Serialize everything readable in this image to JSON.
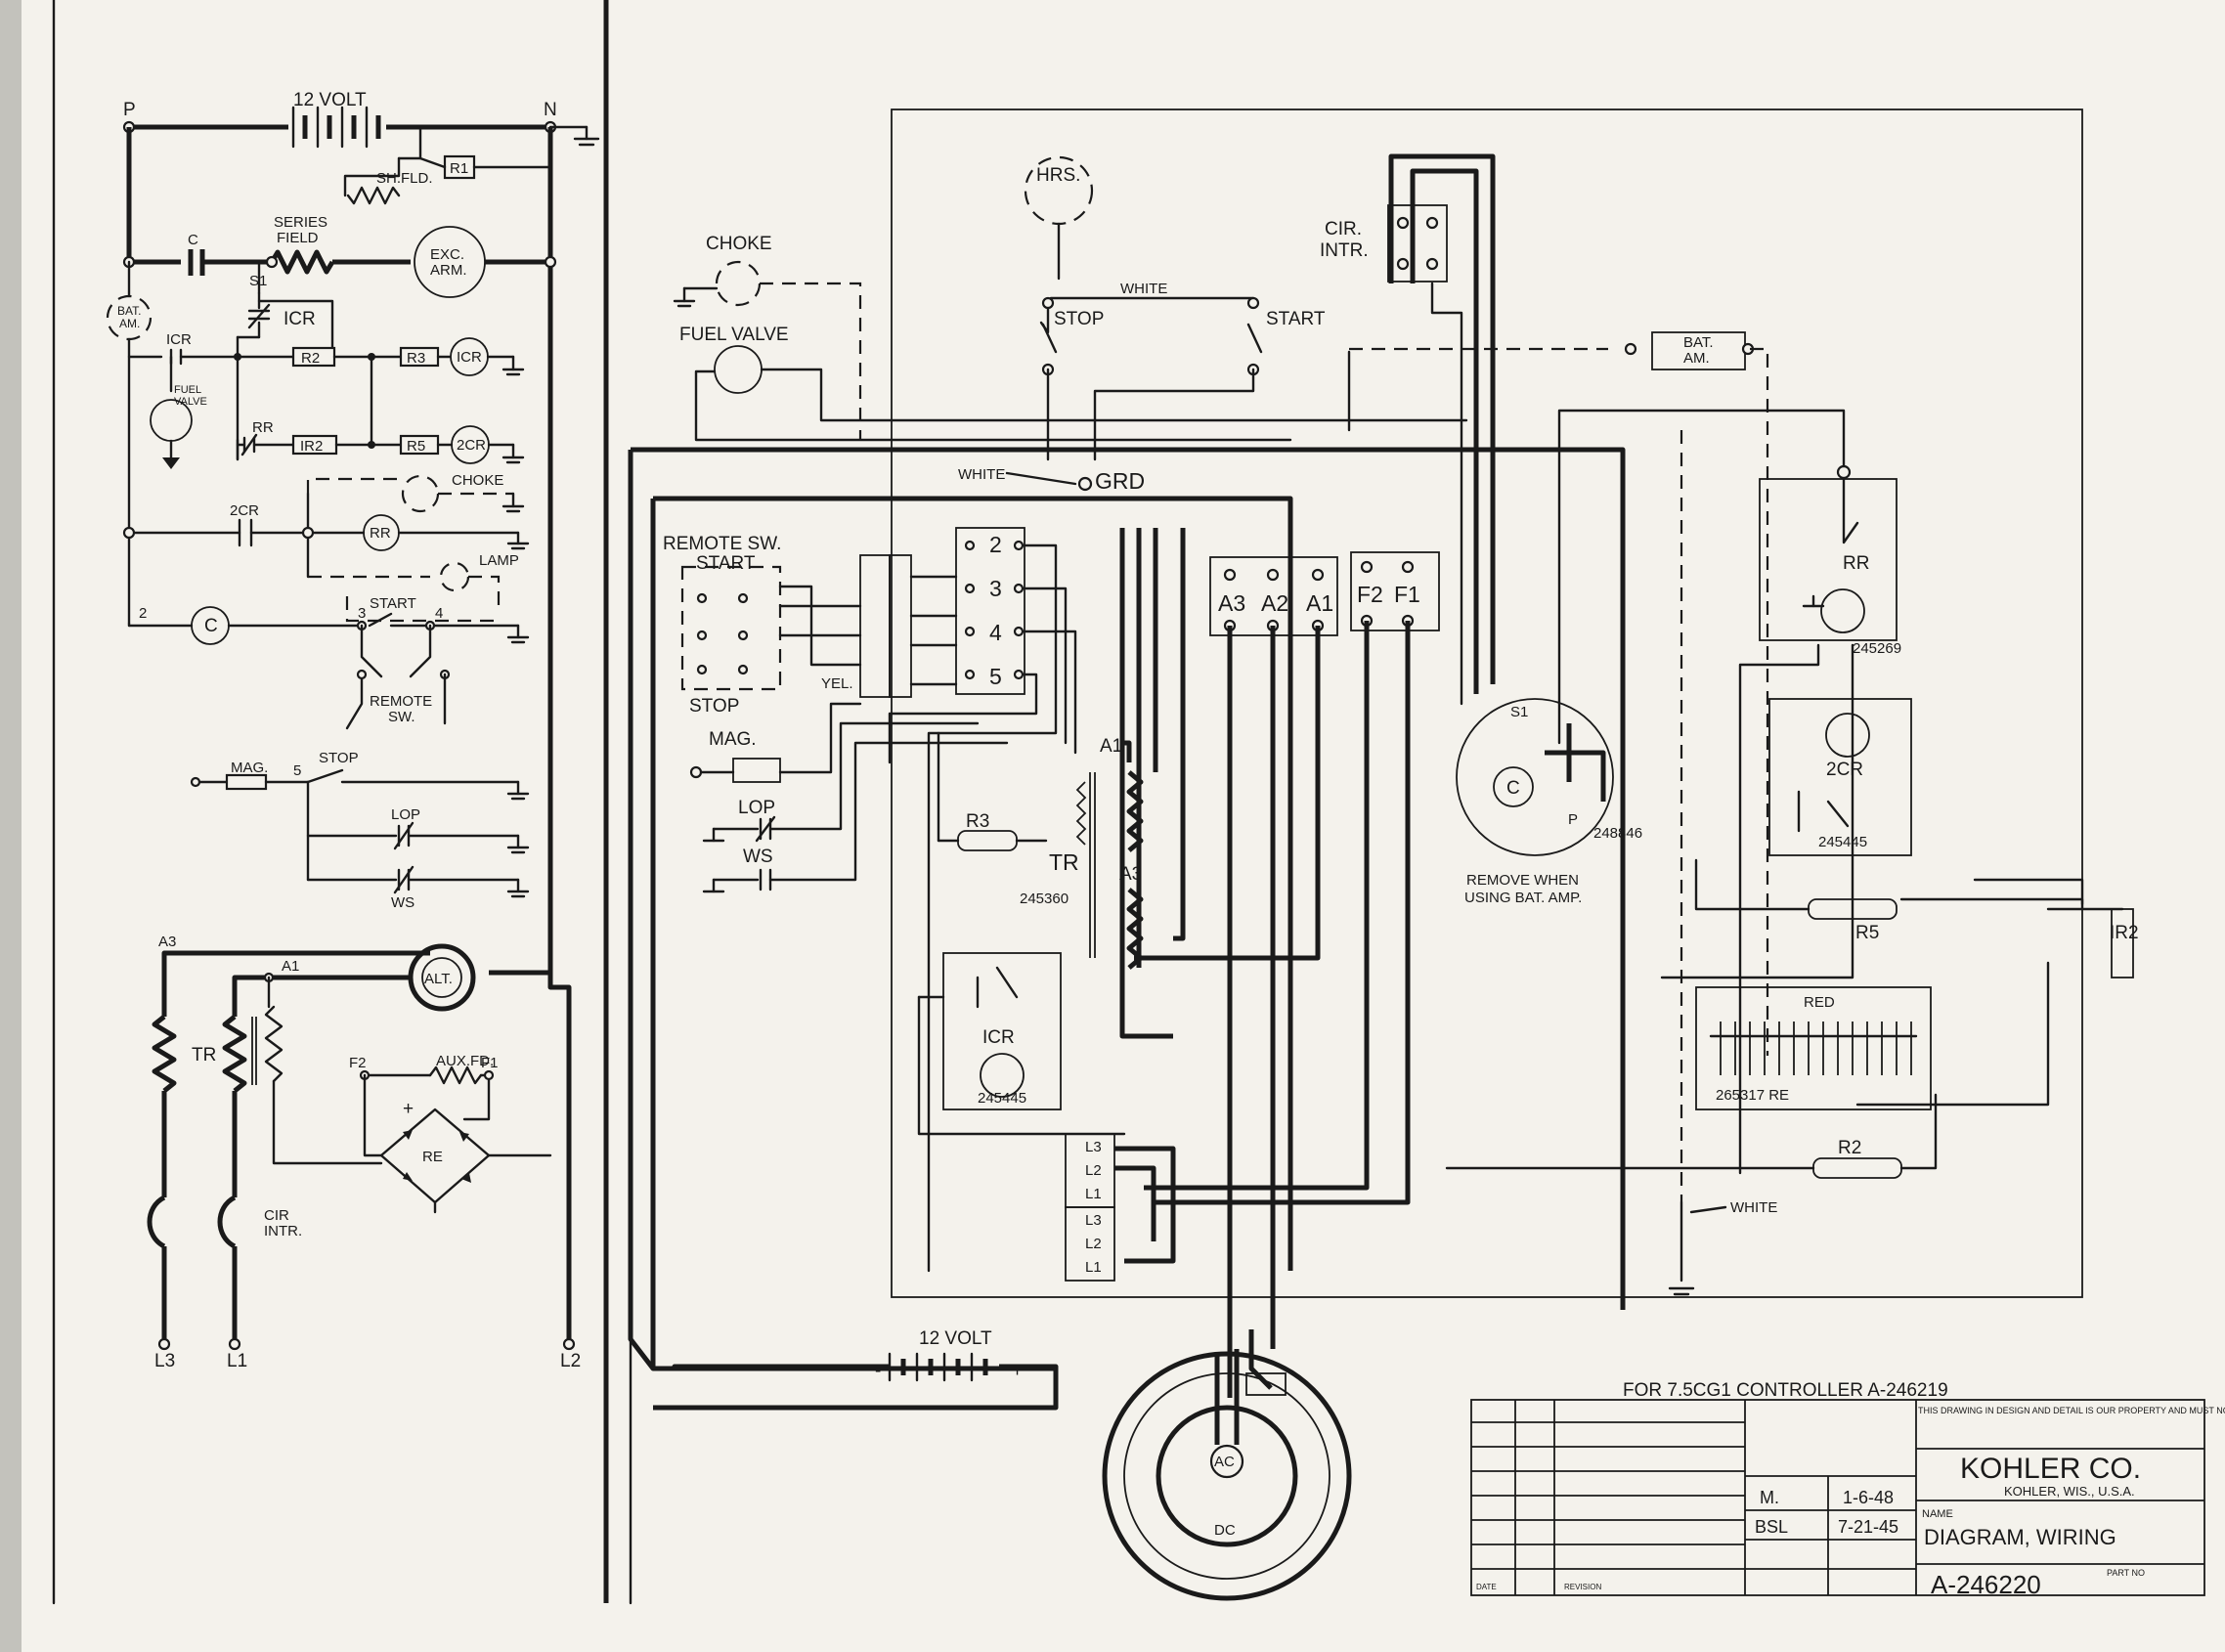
{
  "schematic": {
    "bus_p": "P",
    "bus_n": "N",
    "battery": "12 VOLT",
    "sh_fld": "SH.FLD.",
    "r1": "R1",
    "series_field": "SERIES\nFIELD",
    "cap_c": "C",
    "exc_arm": "EXC.\nARM.",
    "bat_am": "BAT.\nAM.",
    "s1": "S1",
    "icr": "ICR",
    "icr2": "ICR",
    "r2": "R2",
    "r3": "R3",
    "icr_coil": "ICR",
    "fuel_valve": "FUEL\nVALVE",
    "rr": "RR",
    "ir2": "IR2",
    "r5": "R5",
    "cr2_coil": "2CR",
    "choke": "CHOKE",
    "cr2": "2CR",
    "rr_coil": "RR",
    "lamp": "LAMP",
    "node2": "2",
    "c_coil": "C",
    "node3": "3",
    "start": "START",
    "node4": "4",
    "remote_sw": "REMOTE\nSW.",
    "mag": "MAG.",
    "node5": "5",
    "stop": "STOP",
    "lop": "LOP",
    "ws": "WS",
    "a3": "A3",
    "a1": "A1",
    "alt": "ALT.",
    "tr": "TR",
    "f2": "F2",
    "aux_fd": "AUX.FD.",
    "f1": "F1",
    "plus": "+",
    "re": "RE",
    "cir_intr": "CIR\nINTR.",
    "l3": "L3",
    "l1": "L1",
    "l2": "L2"
  },
  "wiring": {
    "hrs": "HRS.",
    "choke": "CHOKE",
    "cir_intr": "CIR.\nINTR.",
    "white": "WHITE",
    "stop": "STOP",
    "start": "START",
    "fuel_valve": "FUEL VALVE",
    "bat_am": "BAT.\nAM.",
    "white2": "WHITE",
    "grd": "GRD",
    "remote_sw_start": "REMOTE SW.\nSTART",
    "stop2": "STOP",
    "yel": "YEL.",
    "mag": "MAG.",
    "lop": "LOP",
    "ws": "WS",
    "term_2": "2",
    "term_3": "3",
    "term_4": "4",
    "term_5": "5",
    "a3": "A3",
    "a2": "A2",
    "a1": "A1",
    "f2": "F2",
    "f1": "F1",
    "rr": "RR",
    "part_245269": "245269",
    "s1": "S1",
    "c": "C",
    "p": "P",
    "part_248846": "248846",
    "remove_note": "REMOVE WHEN\nUSING BAT. AMP.",
    "cr2": "2CR",
    "part_245445a": "245445",
    "a1_tr": "A1",
    "r3": "R3",
    "tr": "TR",
    "part_245360": "245360",
    "a3_tr": "A3",
    "r5": "R5",
    "ir2": "IR2",
    "icr": "ICR",
    "part_245445b": "245445",
    "red": "RED",
    "re": "265317 RE",
    "r2": "R2",
    "white3": "WHITE",
    "battery": "12 VOLT",
    "plus": "+",
    "minus": "-",
    "ac": "AC",
    "dc": "DC",
    "tb1": [
      "L3",
      "L2",
      "L1"
    ],
    "tb2": [
      "L3",
      "L2",
      "L1"
    ]
  },
  "title_block": {
    "for_line": "FOR 7.5CG1  CONTROLLER A-246219",
    "notice": "THIS DRAWING IN DESIGN AND DETAIL IS OUR PROPERTY AND MUST NOT BE USED EXCEPT IN CONNECTION WITH OUR WORK. ALL RIGHTS OF DESIGN OR INVENTION ARE RESERVED",
    "company": "KOHLER CO.",
    "location": "KOHLER, WIS., U.S.A.",
    "name_label": "NAME",
    "drawing_name": "DIAGRAM, WIRING",
    "part_no_label": "PART NO",
    "part_no": "A-246220",
    "approved": "M.",
    "date1": "1-6-48",
    "drawn_by": "BSL",
    "date2": "7-21-45",
    "date_col": "DATE",
    "revision_col": "REVISION"
  }
}
